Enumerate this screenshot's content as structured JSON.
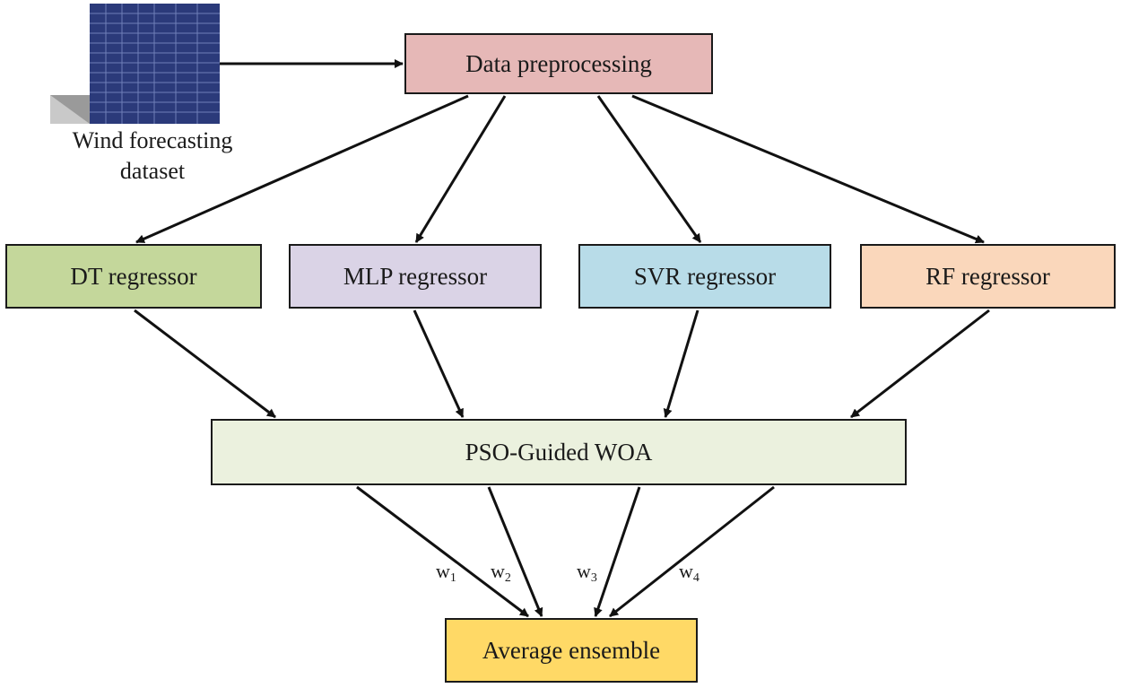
{
  "dataset": {
    "label_line1": "Wind forecasting",
    "label_line2": "dataset",
    "icon": "spreadsheet-icon"
  },
  "nodes": {
    "preprocessing": "Data preprocessing",
    "dt": "DT regressor",
    "mlp": "MLP regressor",
    "svr": "SVR regressor",
    "rf": "RF regressor",
    "woa": "PSO-Guided WOA",
    "ensemble": "Average ensemble"
  },
  "weights": [
    {
      "base": "w",
      "sub": "1"
    },
    {
      "base": "w",
      "sub": "2"
    },
    {
      "base": "w",
      "sub": "3"
    },
    {
      "base": "w",
      "sub": "4"
    }
  ],
  "edges": [
    {
      "from": "dataset",
      "to": "preprocessing"
    },
    {
      "from": "preprocessing",
      "to": "dt"
    },
    {
      "from": "preprocessing",
      "to": "mlp"
    },
    {
      "from": "preprocessing",
      "to": "svr"
    },
    {
      "from": "preprocessing",
      "to": "rf"
    },
    {
      "from": "dt",
      "to": "woa"
    },
    {
      "from": "mlp",
      "to": "woa"
    },
    {
      "from": "svr",
      "to": "woa"
    },
    {
      "from": "rf",
      "to": "woa"
    },
    {
      "from": "woa",
      "to": "ensemble",
      "label": "w1"
    },
    {
      "from": "woa",
      "to": "ensemble",
      "label": "w2"
    },
    {
      "from": "woa",
      "to": "ensemble",
      "label": "w3"
    },
    {
      "from": "woa",
      "to": "ensemble",
      "label": "w4"
    }
  ],
  "colors": {
    "preprocessing": "#e6b8b7",
    "dt": "#c4d79b",
    "mlp": "#dad3e6",
    "svr": "#b8dce8",
    "rf": "#fad7bb",
    "woa": "#ebf1de",
    "ensemble": "#ffd966",
    "dataset_sheet": "#2b3a7a"
  }
}
